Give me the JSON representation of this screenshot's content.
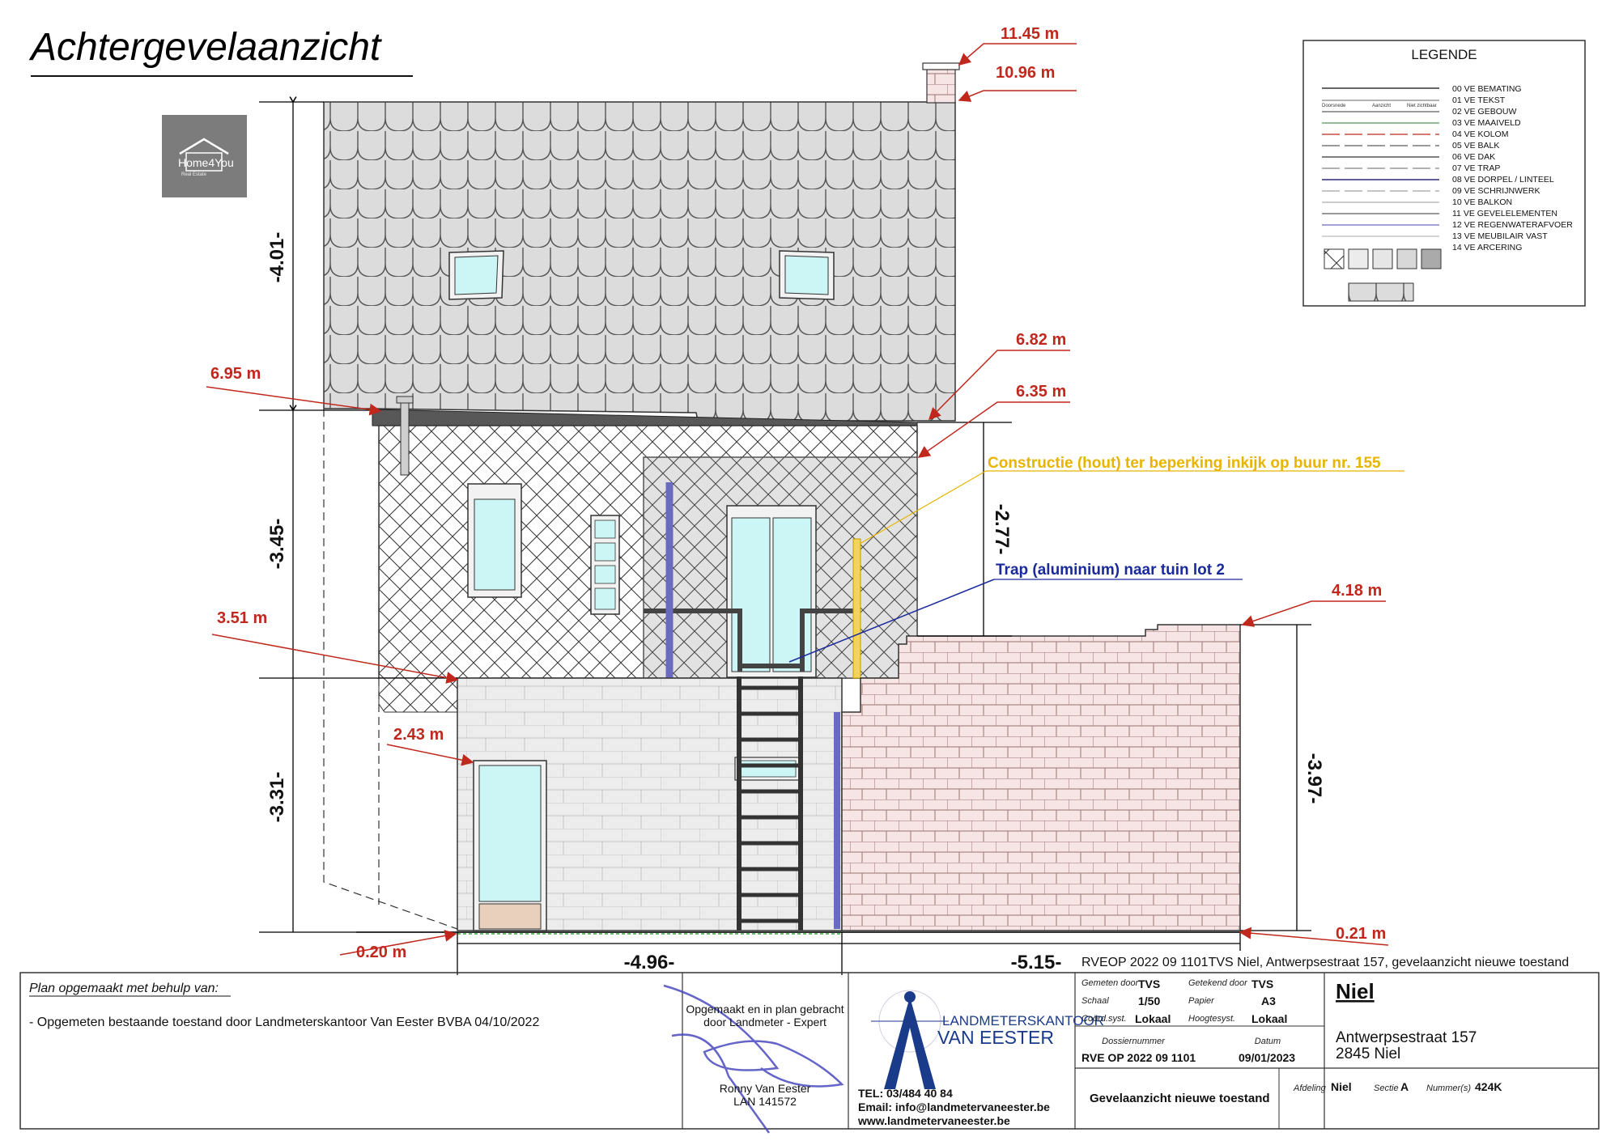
{
  "drawing": {
    "title": "Achtergevelaanzicht",
    "reference_line": "RVEOP 2022 09 1101TVS Niel, Antwerpsestraat 157, gevelaanzicht nieuwe toestand",
    "levels": {
      "chimney_top": "11.45 m",
      "ridge": "10.96 m",
      "eave_left": "6.95 m",
      "eave_right": "6.82 m",
      "annex_roof": "6.35 m",
      "wall_top": "4.18 m",
      "floor": "3.51 m",
      "door_top": "2.43 m",
      "ground_left": "0.20 m",
      "ground_right": "0.21 m"
    },
    "dimensions": {
      "roof_height": "-4.01-",
      "first_floor_height": "-3.45-",
      "ground_floor_height": "-3.31-",
      "annex_height": "-2.77-",
      "wall_height": "-3.97-",
      "width_left": "-4.96-",
      "width_right": "-5.15-"
    },
    "annotations": {
      "construction": "Constructie (hout) ter beperking inkijk op buur nr. 155",
      "stair": "Trap (aluminium) naar tuin lot 2"
    },
    "colors": {
      "construction_annotation": "#e8b400",
      "stair_annotation": "#1a2a9c",
      "level_markers": "#c0281e",
      "glass": "#ccf5f5",
      "brick_wall": "#f7e4e4",
      "rainwater_pipe": "#6a6ac0"
    }
  },
  "logo": {
    "name": "Home4You",
    "tagline": "Real Estate"
  },
  "legend": {
    "title": "LEGENDE",
    "header": [
      "Doorsnede",
      "Aanzicht",
      "Niet zichtbaar"
    ],
    "items": [
      "00 VE BEMATING",
      "01 VE TEKST",
      "02 VE GEBOUW",
      "03 VE MAAIVELD",
      "04 VE KOLOM",
      "05 VE BALK",
      "06 VE DAK",
      "07 VE TRAP",
      "08 VE DORPEL / LINTEEL",
      "09 VE SCHRIJNWERK",
      "10 VE BALKON",
      "11 VE GEVELELEMENTEN",
      "12 VE REGENWATERAFVOER",
      "13 VE MEUBILAIR VAST",
      "14 VE ARCERING"
    ]
  },
  "titleblock": {
    "plan_heading": "Plan opgemaakt met behulp van:",
    "plan_source": "- Opgemeten bestaande toestand door Landmeterskantoor Van Eester BVBA 04/10/2022",
    "made_by_1": "Opgemaakt en in plan gebracht",
    "made_by_2": "door Landmeter - Expert",
    "surveyor_name": "Ronny Van Eester",
    "surveyor_lan": "LAN 141572",
    "company_1": "LANDMETERSKANTOOR",
    "company_2": "VAN EESTER",
    "tel": "TEL: 03/484 40 84",
    "email": "Email: info@landmetervaneester.be",
    "web": "www.landmetervaneester.be",
    "gemeten_label": "Gemeten door",
    "gemeten_value": "TVS",
    "getekend_label": "Getekend door",
    "getekend_value": "TVS",
    "schaal_label": "Schaal",
    "schaal_value": "1/50",
    "papier_label": "Papier",
    "papier_value": "A3",
    "coord_label": "Coörd.syst.",
    "coord_value": "Lokaal",
    "hoogte_label": "Hoogtesyst.",
    "hoogte_value": "Lokaal",
    "dossier_label": "Dossiernummer",
    "dossier_value": "RVE OP 2022 09 1101",
    "datum_label": "Datum",
    "datum_value": "09/01/2023",
    "municipality": "Niel",
    "street": "Antwerpsestraat 157",
    "postal": "2845 Niel",
    "drawing_name": "Gevelaanzicht nieuwe toestand",
    "afdeling_label": "Afdeling",
    "afdeling_value": "Niel",
    "sectie_label": "Sectie",
    "sectie_value": "A",
    "nummer_label": "Nummer(s)",
    "nummer_value": "424K"
  }
}
